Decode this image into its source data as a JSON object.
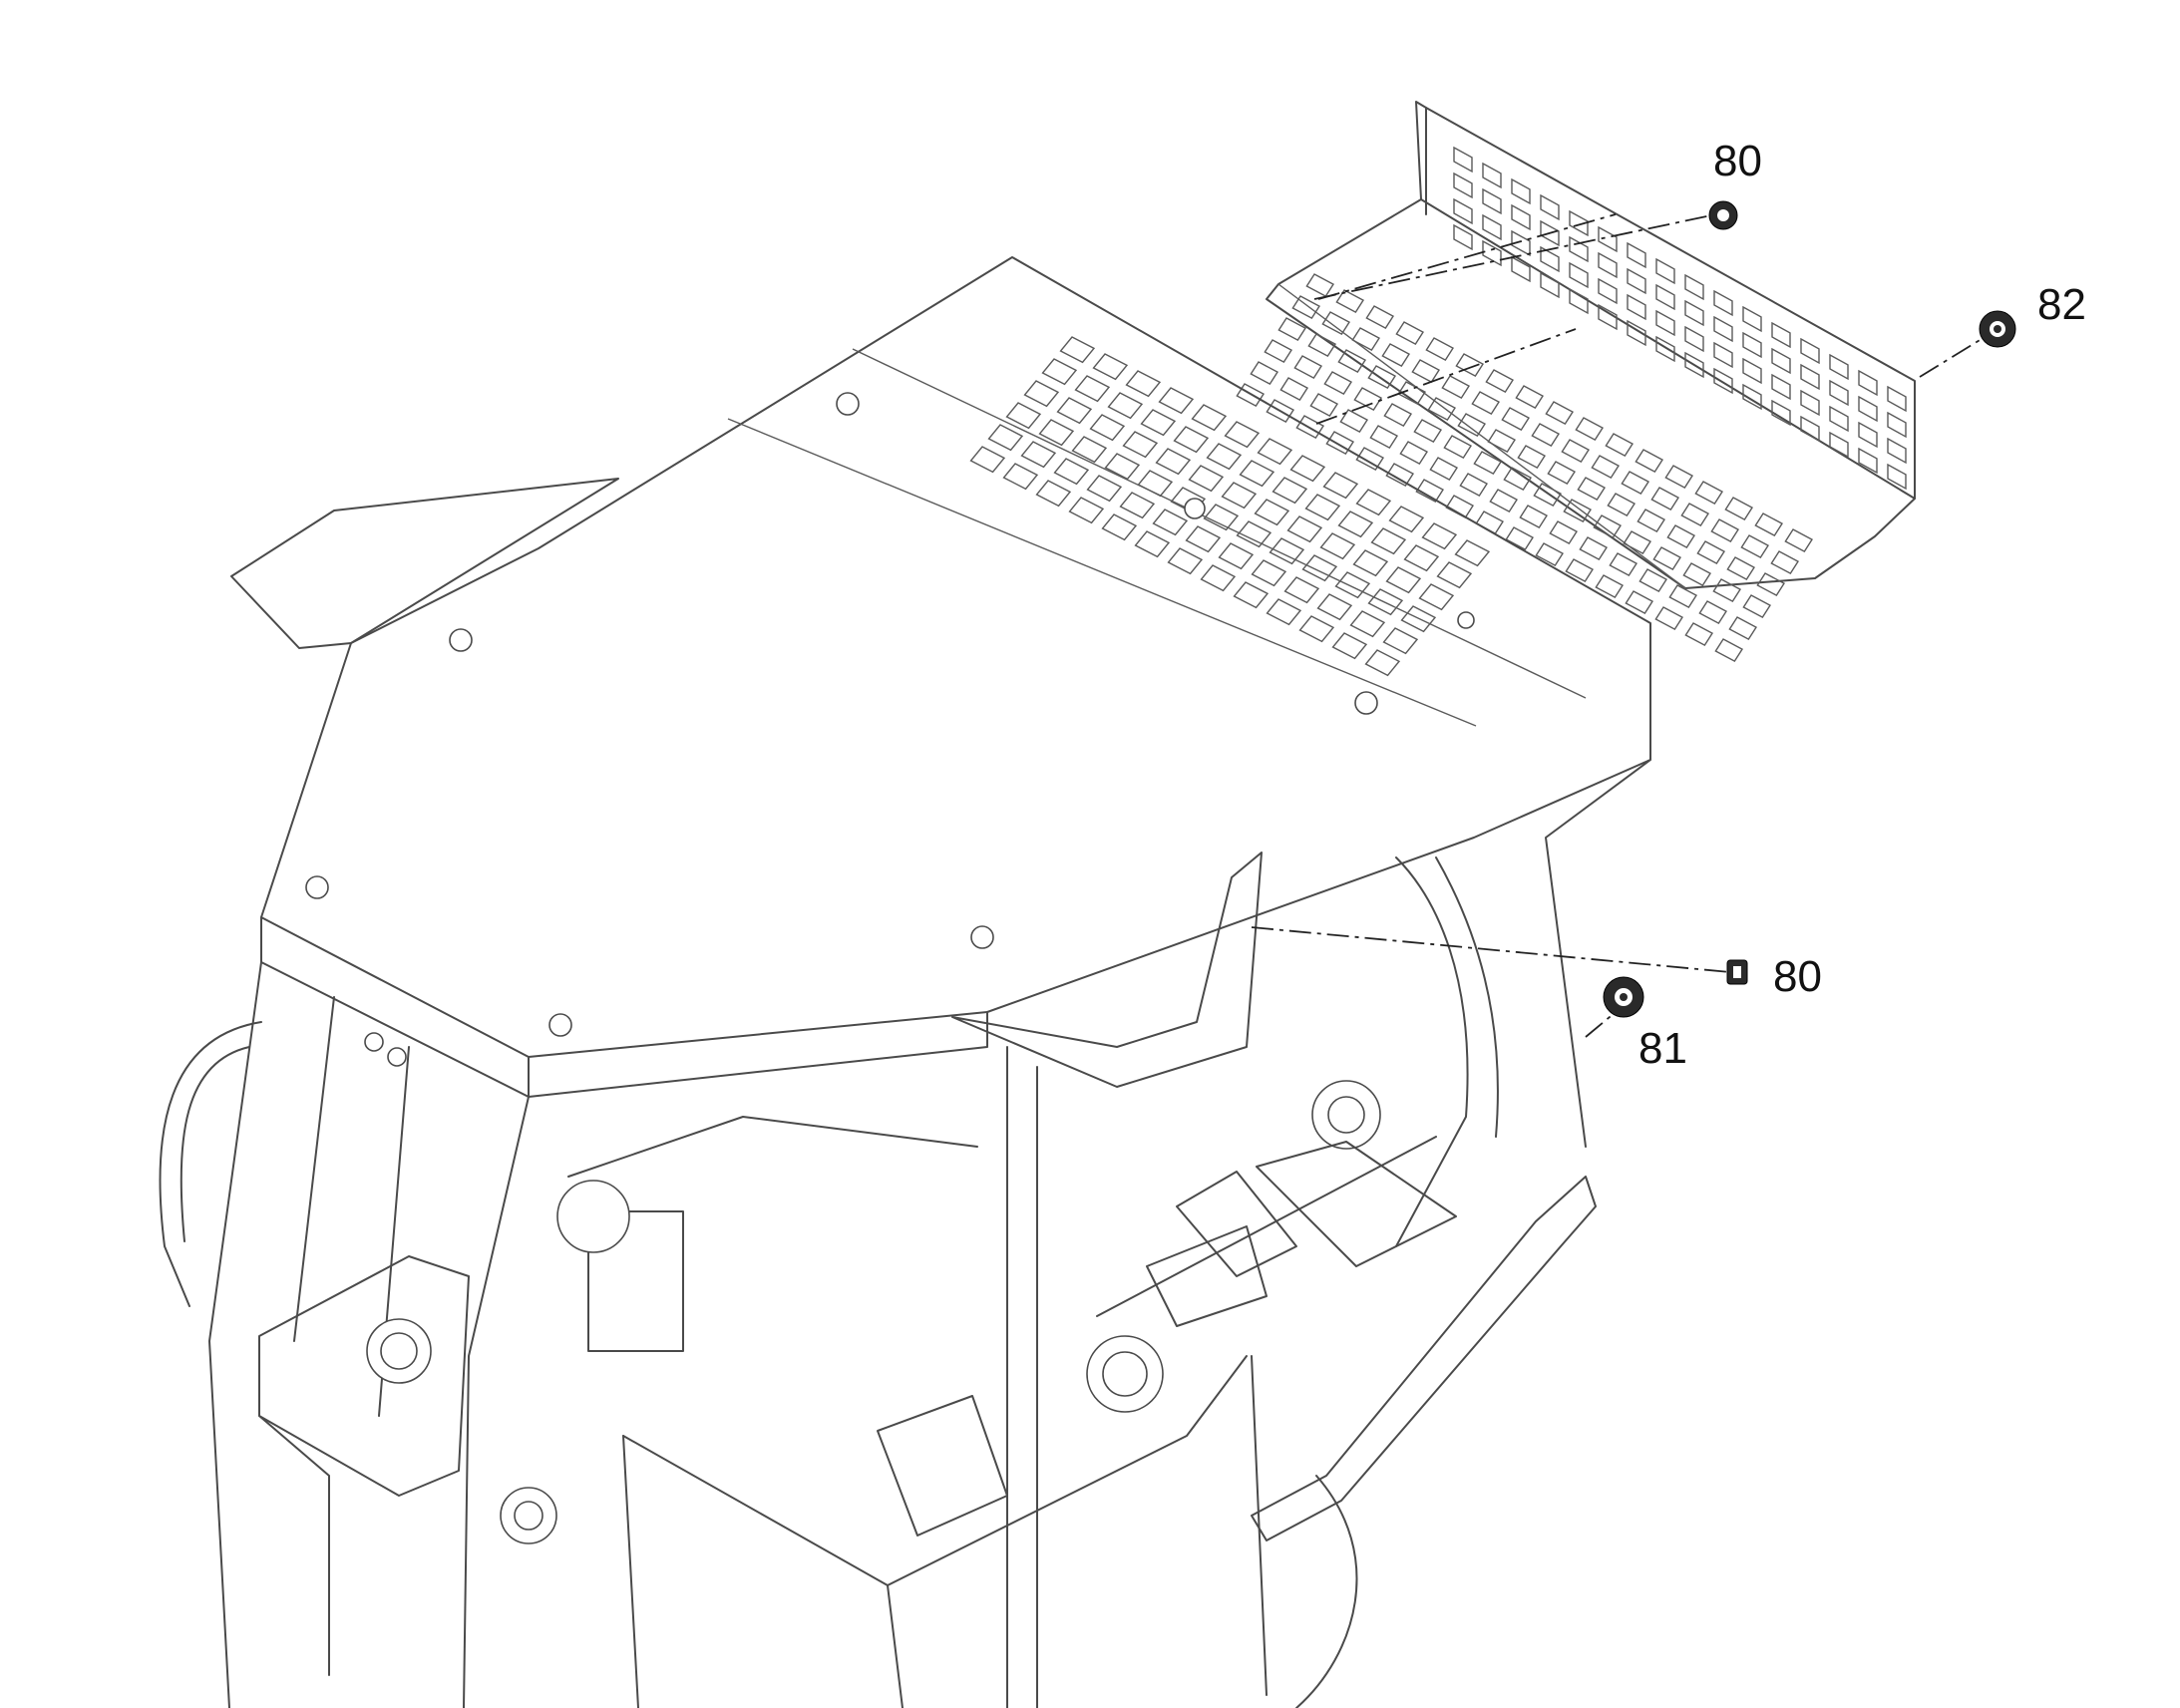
{
  "callouts": [
    {
      "id": "c1",
      "label": "80"
    },
    {
      "id": "c2",
      "label": "82"
    },
    {
      "id": "c3",
      "label": "80"
    },
    {
      "id": "c4",
      "label": "81"
    }
  ]
}
